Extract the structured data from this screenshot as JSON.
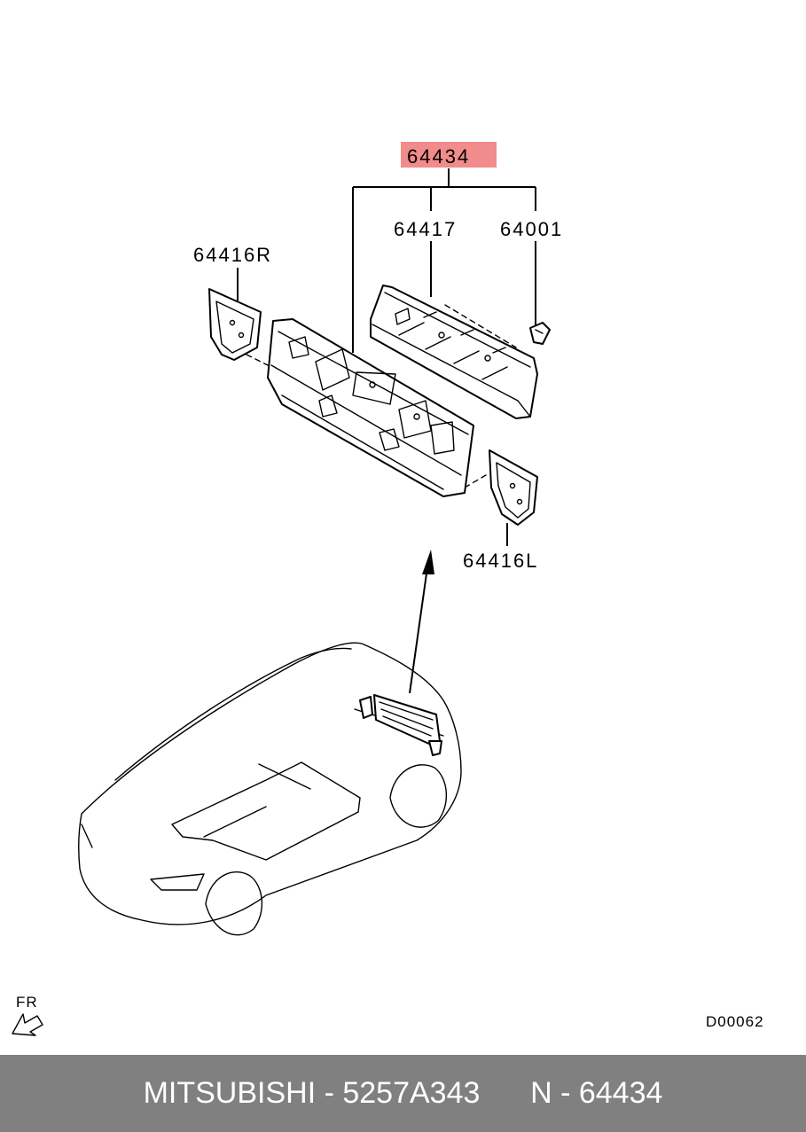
{
  "diagram": {
    "highlight_color": "#f28b8b",
    "labels": {
      "assembly": "64434",
      "panel": "64417",
      "clip": "64001",
      "gusset_right": "64416R",
      "gusset_left": "64416L"
    },
    "direction_marker": "FR",
    "drawing_code": "D00062"
  },
  "footer": {
    "background_color": "#808080",
    "text": "MITSUBISHI - 5257A343      N - 64434"
  }
}
